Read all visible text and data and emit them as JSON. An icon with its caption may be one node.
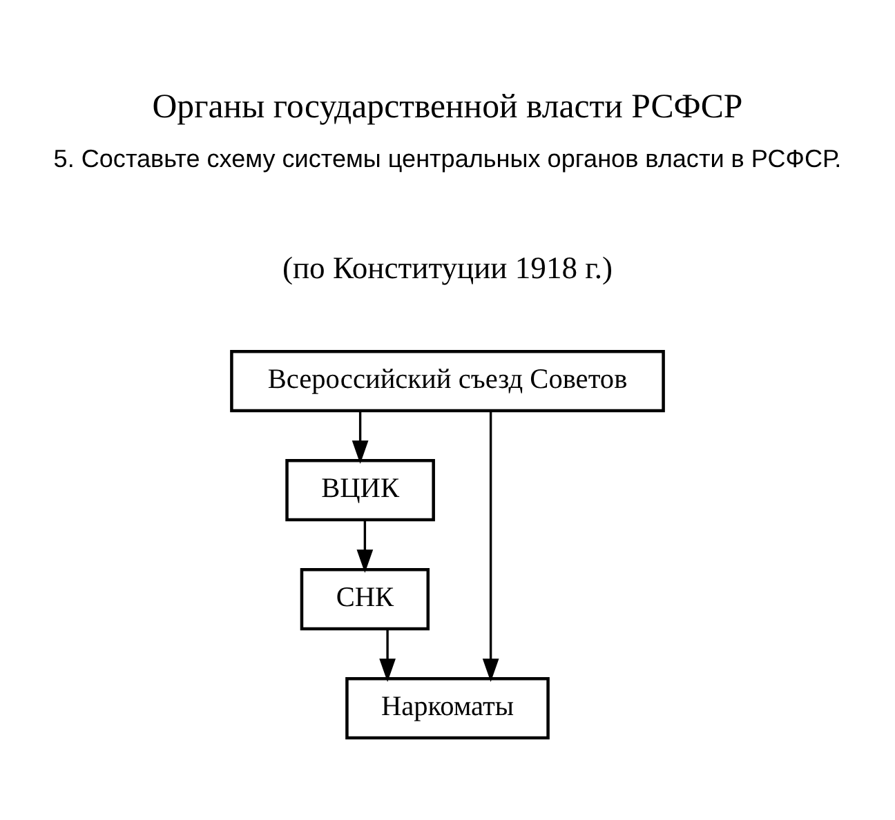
{
  "diagram": {
    "title": "Органы государственной власти РСФСР",
    "nodes": [
      {
        "text": [
          "Всероссийский съезд Советов"
        ]
      },
      {
        "text": [
          "ВЦИК"
        ]
      },
      {
        "text": [
          "СНК"
        ]
      },
      {
        "text": [
          "Наркоматы"
        ]
      }
    ],
    "edges": [
      {
        "from": 0,
        "to": 1,
        "arrow": "to"
      },
      {
        "from": 1,
        "to": 2,
        "arrow": "to"
      },
      {
        "from": 2,
        "to": 3,
        "arrow": "to"
      },
      {
        "from": 0,
        "to": 3,
        "arrow": "to"
      }
    ],
    "labels": [
      "5. Составьте схему системы центральных органов власти в РСФСР.",
      "(по Конституции 1918 г.)"
    ]
  }
}
